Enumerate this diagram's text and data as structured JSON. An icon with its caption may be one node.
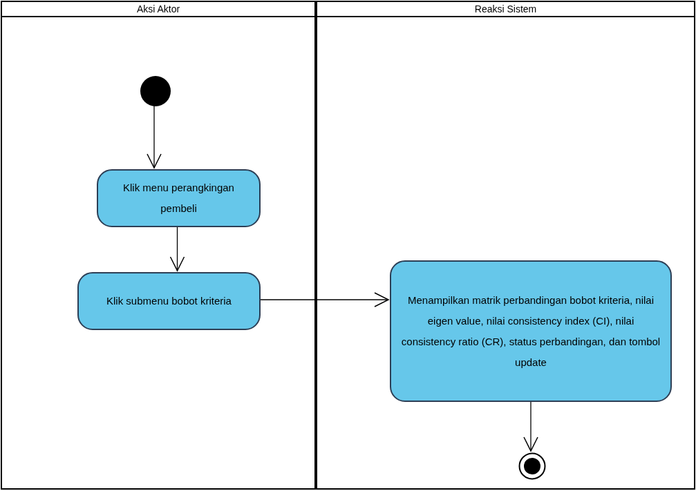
{
  "diagram": {
    "nodes": [
      {
        "text": [
          "Aksi Aktor"
        ]
      },
      {
        "text": [
          "Reaksi Sistem"
        ]
      },
      {
        "text": [],
        "shape": "circle",
        "in": 0
      },
      {
        "text": [
          "Klik menu perangkingan pembeli"
        ],
        "in": 0
      },
      {
        "text": [
          "Klik submenu bobot kriteria"
        ],
        "in": 0
      },
      {
        "text": [
          "Menampilkan matrik perbandingan bobot kriteria, nilai eigen value, nilai consistency index (CI), nilai consistency ratio (CR), status perbandingan, dan tombol update"
        ],
        "in": 1
      },
      {
        "text": [],
        "shape": "circle",
        "in": 1
      }
    ],
    "edges": [
      {
        "from": 2,
        "to": 3,
        "arrow": "to"
      },
      {
        "from": 3,
        "to": 4,
        "arrow": "to"
      },
      {
        "from": 4,
        "to": 5,
        "arrow": "to"
      },
      {
        "from": 5,
        "to": 6,
        "arrow": "to"
      }
    ]
  }
}
